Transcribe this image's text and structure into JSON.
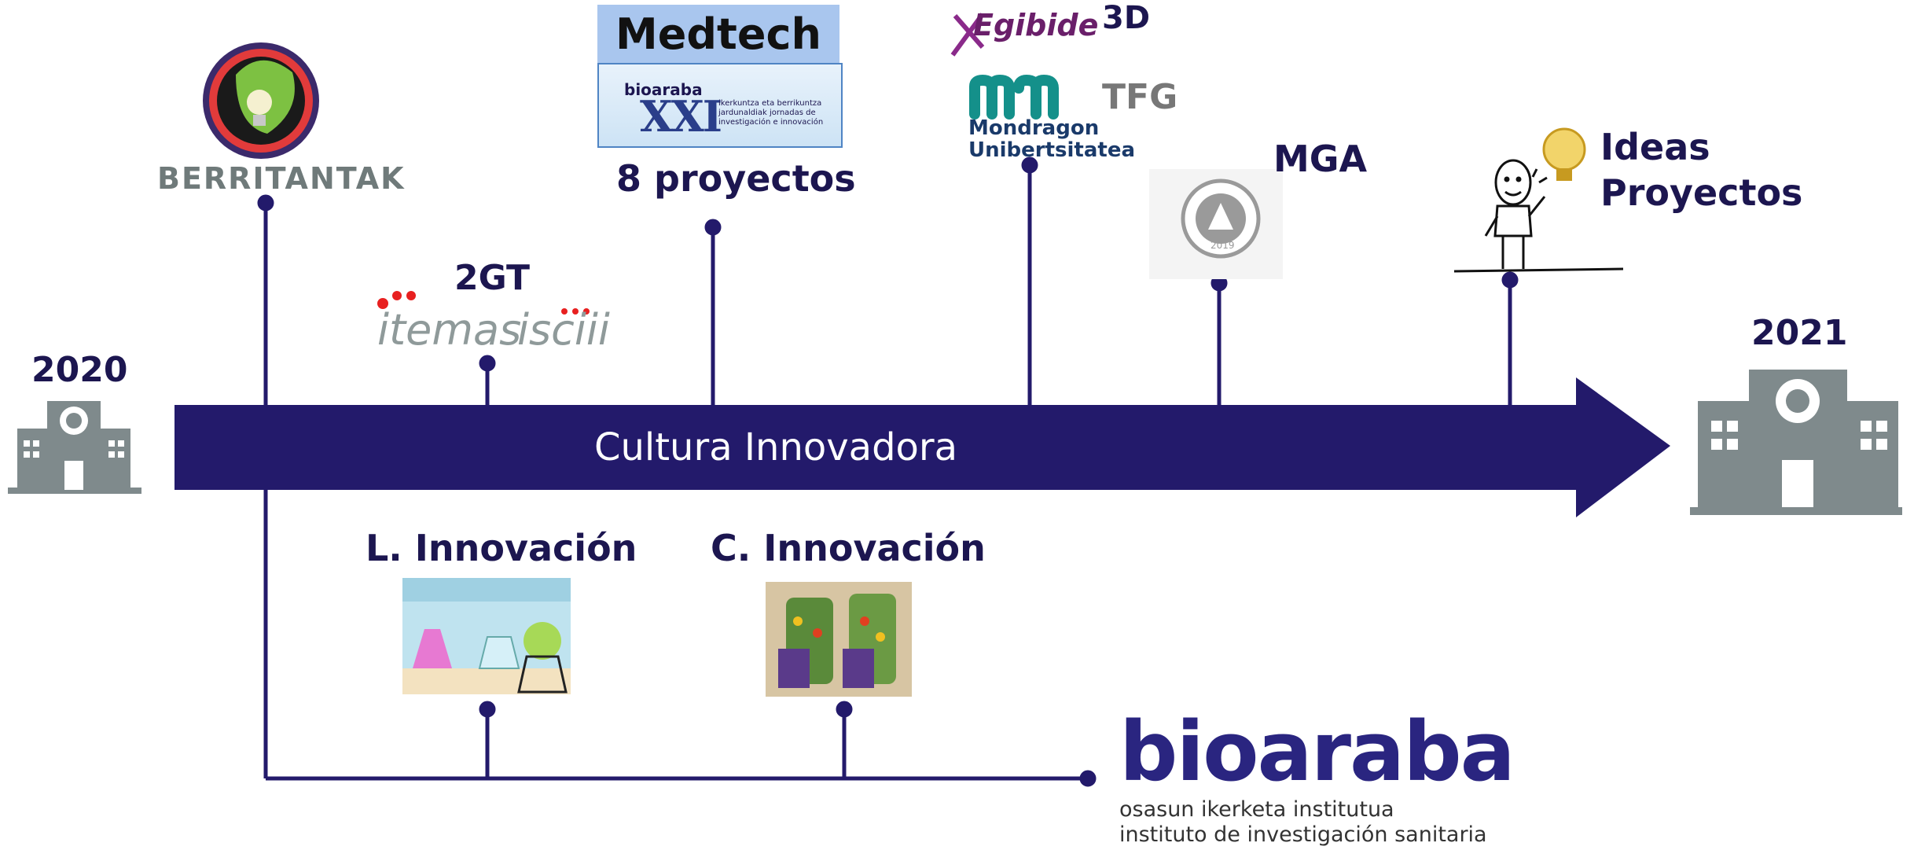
{
  "start_year": "2020",
  "end_year": "2021",
  "banner": "Cultura Innovadora",
  "milestones": {
    "berritantak": "BERRITANTAK",
    "gt": "2GT",
    "itemas": "itemas",
    "isciii": "isciii",
    "medtech": "Medtech",
    "bioaraba_xxi_logo": "bioaraba",
    "xxi": "XXI",
    "bioaraba_xxi_caption": "ikerkuntza eta berrikuntza jardunaldiak jornadas de investigación e innovación",
    "proyectos": "8 proyectos",
    "egibide": "Egibide",
    "three_d": "3D",
    "mondragon_1": "Mondragon",
    "mondragon_2": "Unibertsitatea",
    "tfg": "TFG",
    "mga": "MGA",
    "seal_year": "2019",
    "ideas_1": "Ideas",
    "ideas_2": "Proyectos",
    "l_innovacion": "L. Innovación",
    "c_innovacion": "C. Innovación"
  },
  "footer": {
    "logo": "bioaraba",
    "subtitle_1": "osasun ikerketa institutua",
    "subtitle_2": "instituto de investigación sanitaria"
  },
  "colors": {
    "navy": "#231a6b",
    "text": "#1c1650",
    "building": "#7f8a8c",
    "banner_text": "#ffffff"
  }
}
